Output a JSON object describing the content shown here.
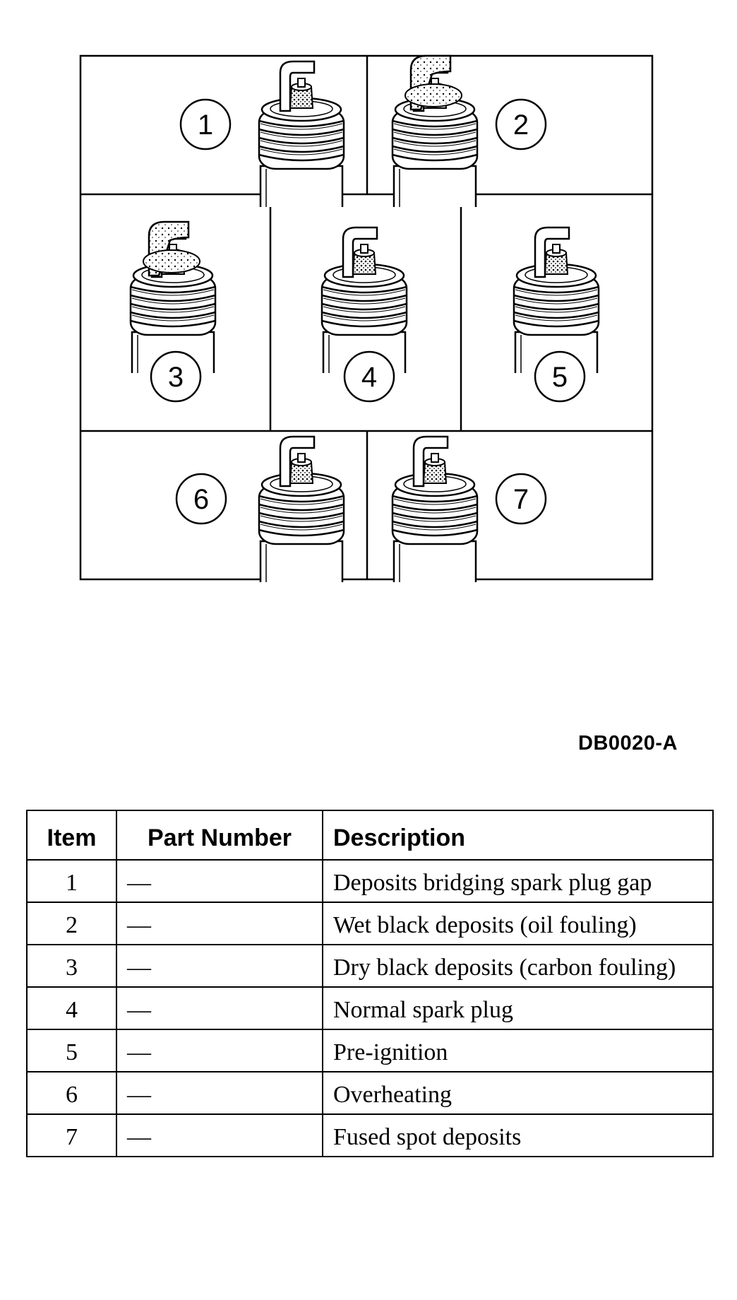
{
  "figure": {
    "callouts": [
      "1",
      "2",
      "3",
      "4",
      "5",
      "6",
      "7"
    ],
    "id": "DB0020-A"
  },
  "table": {
    "headers": [
      "Item",
      "Part Number",
      "Description"
    ],
    "rows": [
      {
        "item": "1",
        "part": "—",
        "desc": "Deposits bridging spark plug gap"
      },
      {
        "item": "2",
        "part": "—",
        "desc": "Wet black deposits (oil fouling)"
      },
      {
        "item": "3",
        "part": "—",
        "desc": "Dry black deposits (carbon fouling)"
      },
      {
        "item": "4",
        "part": "—",
        "desc": "Normal spark plug"
      },
      {
        "item": "5",
        "part": "—",
        "desc": "Pre-ignition"
      },
      {
        "item": "6",
        "part": "—",
        "desc": "Overheating"
      },
      {
        "item": "7",
        "part": "—",
        "desc": "Fused spot deposits"
      }
    ]
  }
}
